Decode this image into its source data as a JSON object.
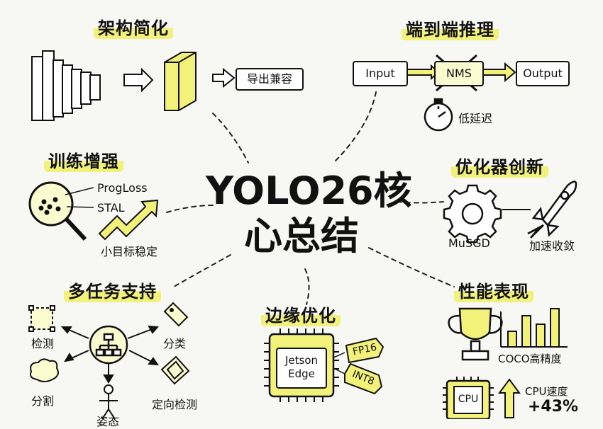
{
  "center": {
    "line1": "YOLO26核",
    "line2": "心总结"
  },
  "sections": {
    "arch": {
      "title": "架构简化",
      "export_label": "导出兼容"
    },
    "e2e": {
      "title": "端到端推理",
      "input": "Input",
      "nms": "NMS",
      "output": "Output",
      "latency": "低延迟"
    },
    "train": {
      "title": "训练增强",
      "progloss": "ProgLoss",
      "stal": "STAL",
      "small_target": "小目标稳定"
    },
    "optim": {
      "title": "优化器创新",
      "musgd": "MuSGD",
      "speedup": "加速收敛"
    },
    "multitask": {
      "title": "多任务支持",
      "detect": "检测",
      "classify": "分类",
      "segment": "分割",
      "obb": "定向检测",
      "pose": "姿态"
    },
    "edge": {
      "title": "边缘优化",
      "chip_line1": "Jetson",
      "chip_line2": "Edge",
      "tag1": "FP16",
      "tag2": "INT8"
    },
    "perf": {
      "title": "性能表现",
      "coco": "COCO高精度",
      "cpu_chip": "CPU",
      "cpu_speed_label": "CPU速度",
      "cpu_speed_value": "+43%"
    }
  },
  "colors": {
    "highlight": "#f2f27a",
    "ink": "#111111",
    "background": "#f7f7f4"
  }
}
